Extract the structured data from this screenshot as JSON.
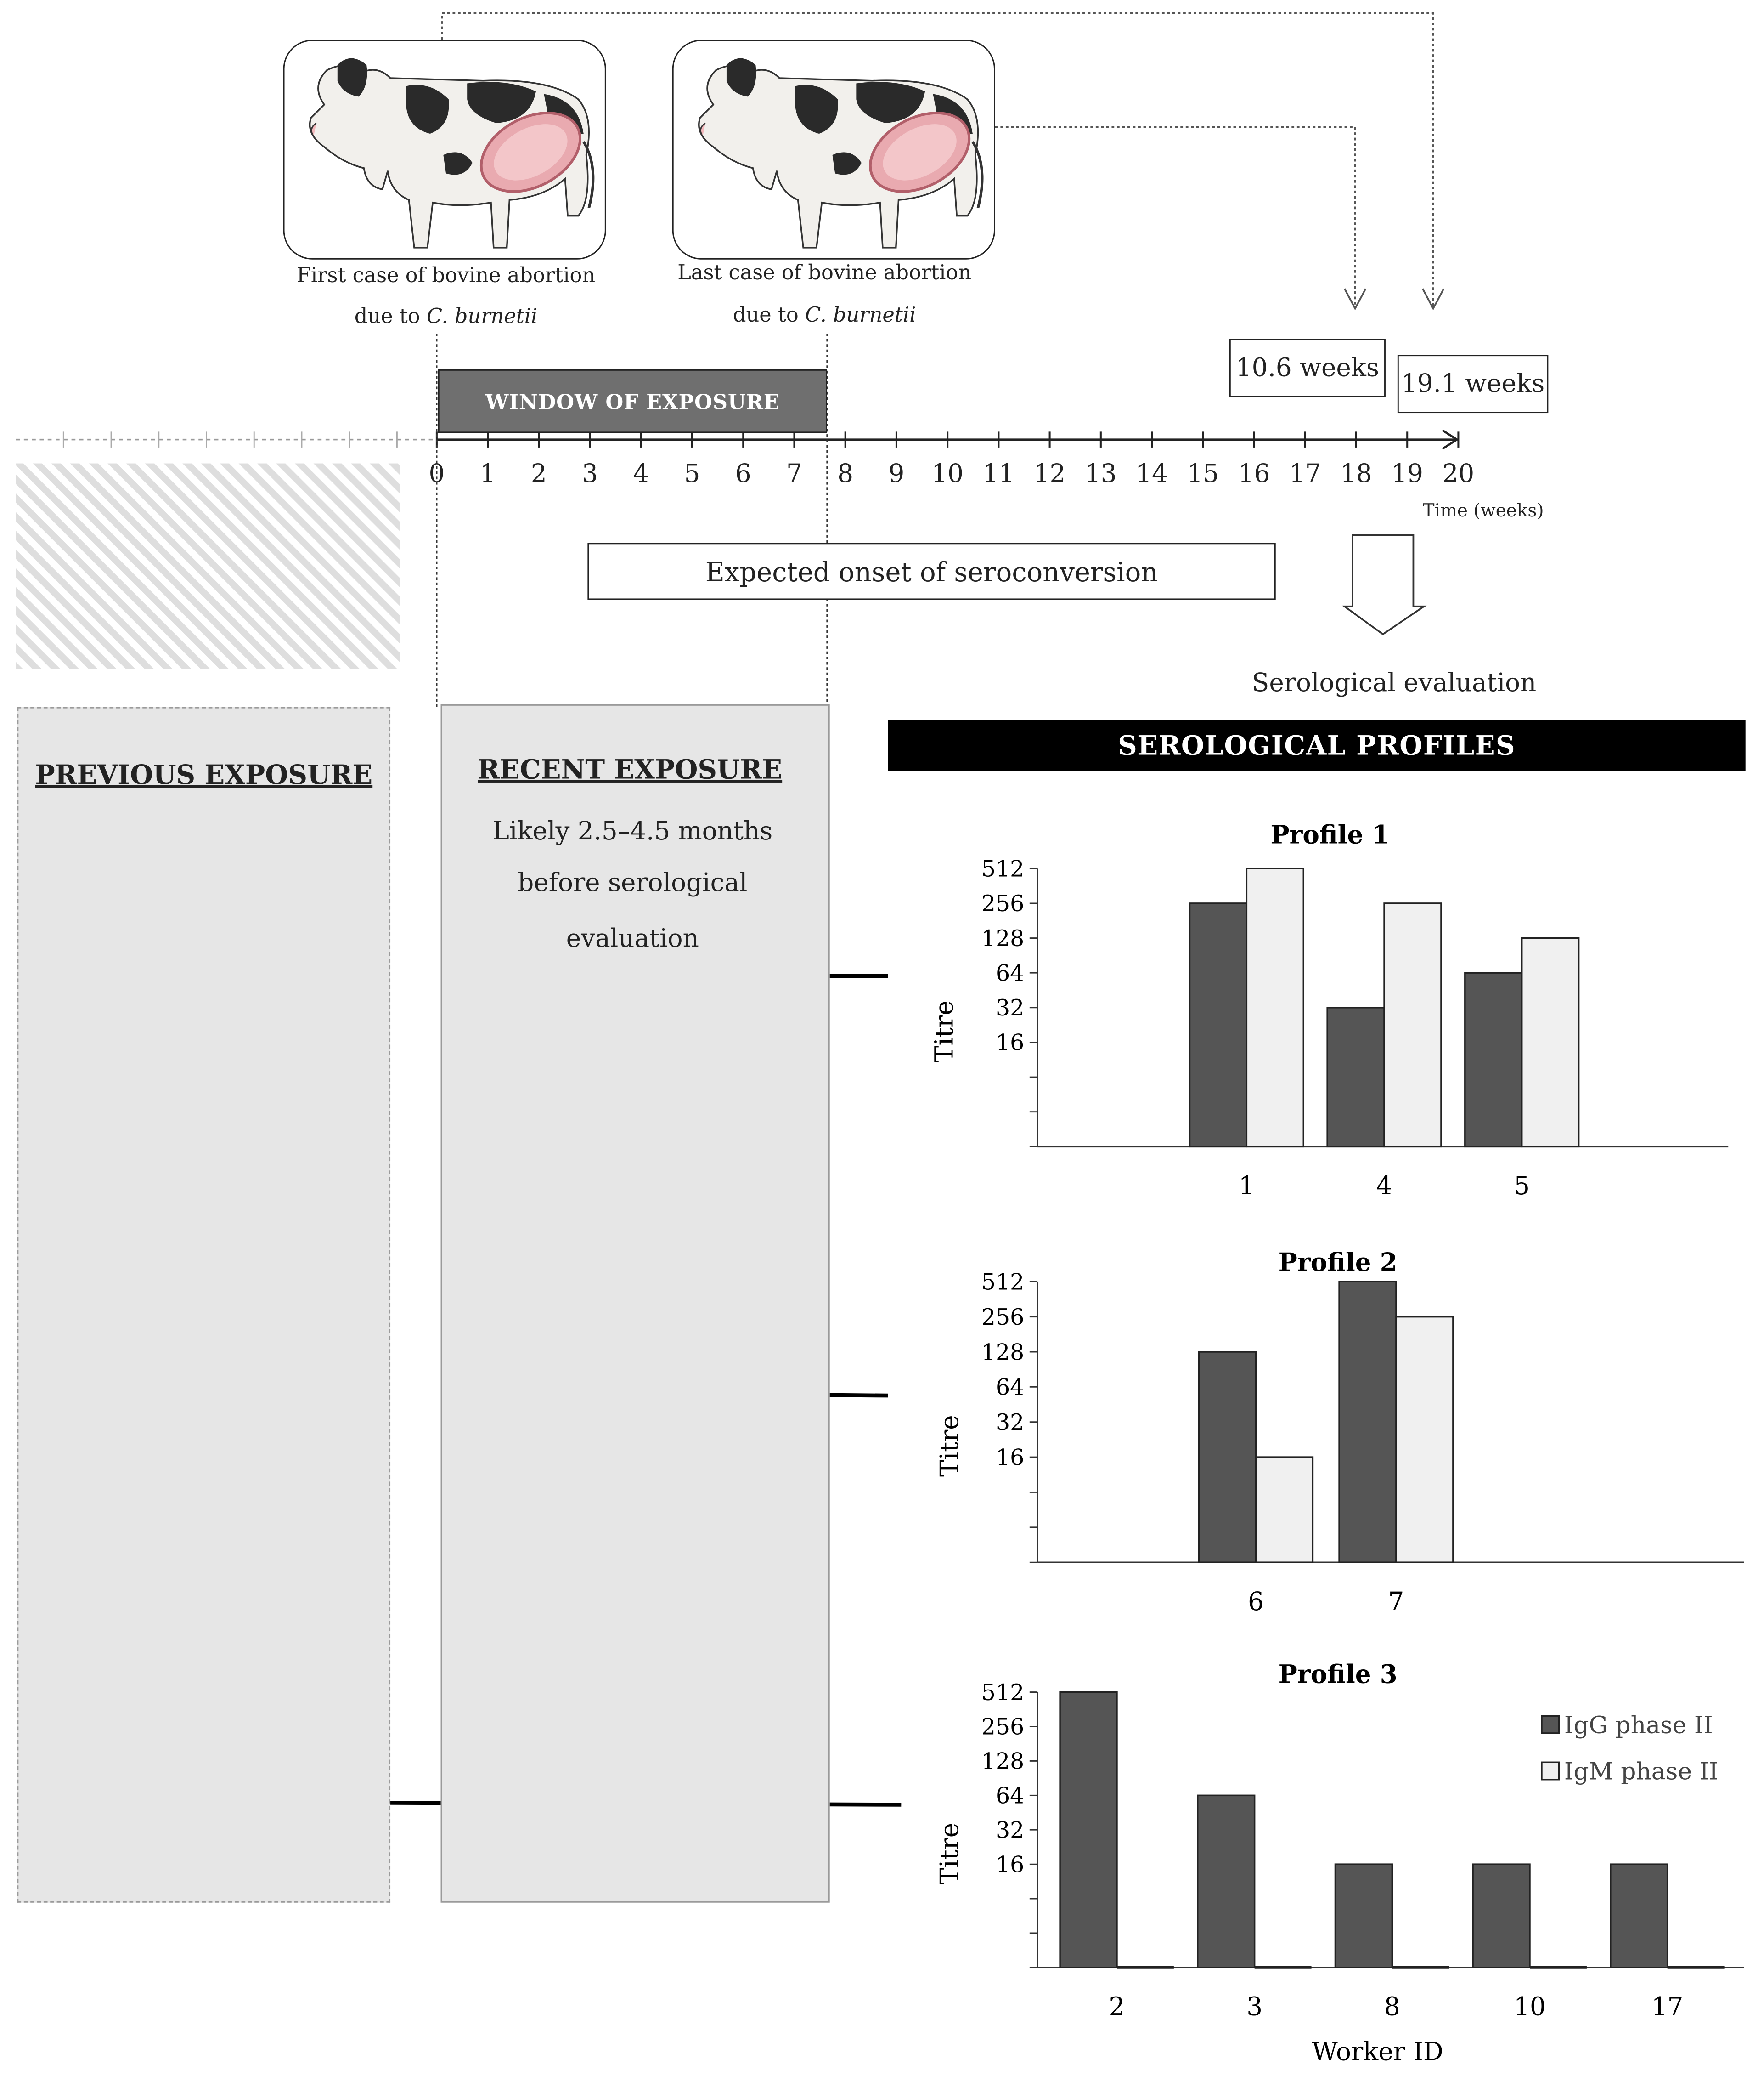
{
  "timeline": {
    "first_case_line1": "First case of bovine abortion",
    "first_case_line2": "due to",
    "first_case_species": "C. burnetii",
    "last_case_line1": "Last case of bovine abortion",
    "last_case_line2": "due to",
    "last_case_species": "C. burnetii",
    "window_label": "WINDOW OF EXPOSURE",
    "weeks_box_1": "10.6 weeks",
    "weeks_box_2": "19.1 weeks",
    "ticks": [
      "0",
      "1",
      "2",
      "3",
      "4",
      "5",
      "6",
      "7",
      "8",
      "9",
      "10",
      "11",
      "12",
      "13",
      "14",
      "15",
      "16",
      "17",
      "18",
      "19",
      "20"
    ],
    "axis_label": "Time (weeks)",
    "expected_onset": "Expected onset of seroconversion",
    "serological_evaluation": "Serological evaluation"
  },
  "panels": {
    "previous_title": "PREVIOUS EXPOSURE",
    "recent_title": "RECENT EXPOSURE",
    "recent_line1": "Likely 2.5–4.5 months",
    "recent_line2": "before serological",
    "recent_line3": "evaluation"
  },
  "profiles_header": "SEROLOGICAL PROFILES",
  "chart_data": [
    {
      "type": "bar",
      "title": "Profile 1",
      "ylabel": "Titre",
      "xlabel": "",
      "y_ticks": [
        "512",
        "256",
        "128",
        "64",
        "32",
        "16"
      ],
      "categories": [
        "1",
        "4",
        "5"
      ],
      "series": [
        {
          "name": "IgG phase II",
          "values": [
            256,
            32,
            64
          ],
          "color": "#555555"
        },
        {
          "name": "IgM phase II",
          "values": [
            512,
            256,
            128
          ],
          "color": "#f0f0f0"
        }
      ]
    },
    {
      "type": "bar",
      "title": "Profile 2",
      "ylabel": "Titre",
      "xlabel": "",
      "y_ticks": [
        "512",
        "256",
        "128",
        "64",
        "32",
        "16"
      ],
      "categories": [
        "6",
        "7"
      ],
      "series": [
        {
          "name": "IgG phase II",
          "values": [
            128,
            512
          ],
          "color": "#555555"
        },
        {
          "name": "IgM phase II",
          "values": [
            16,
            256
          ],
          "color": "#f0f0f0"
        }
      ]
    },
    {
      "type": "bar",
      "title": "Profile 3",
      "ylabel": "Titre",
      "xlabel": "Worker ID",
      "y_ticks": [
        "512",
        "256",
        "128",
        "64",
        "32",
        "16"
      ],
      "categories": [
        "2",
        "3",
        "8",
        "10",
        "17"
      ],
      "series": [
        {
          "name": "IgG phase II",
          "values": [
            512,
            64,
            16,
            16,
            16
          ],
          "color": "#555555"
        },
        {
          "name": "IgM phase II",
          "values": [
            0,
            0,
            0,
            0,
            0
          ],
          "color": "#f0f0f0"
        }
      ],
      "legend": [
        "IgG phase II",
        "IgM phase II"
      ]
    }
  ]
}
